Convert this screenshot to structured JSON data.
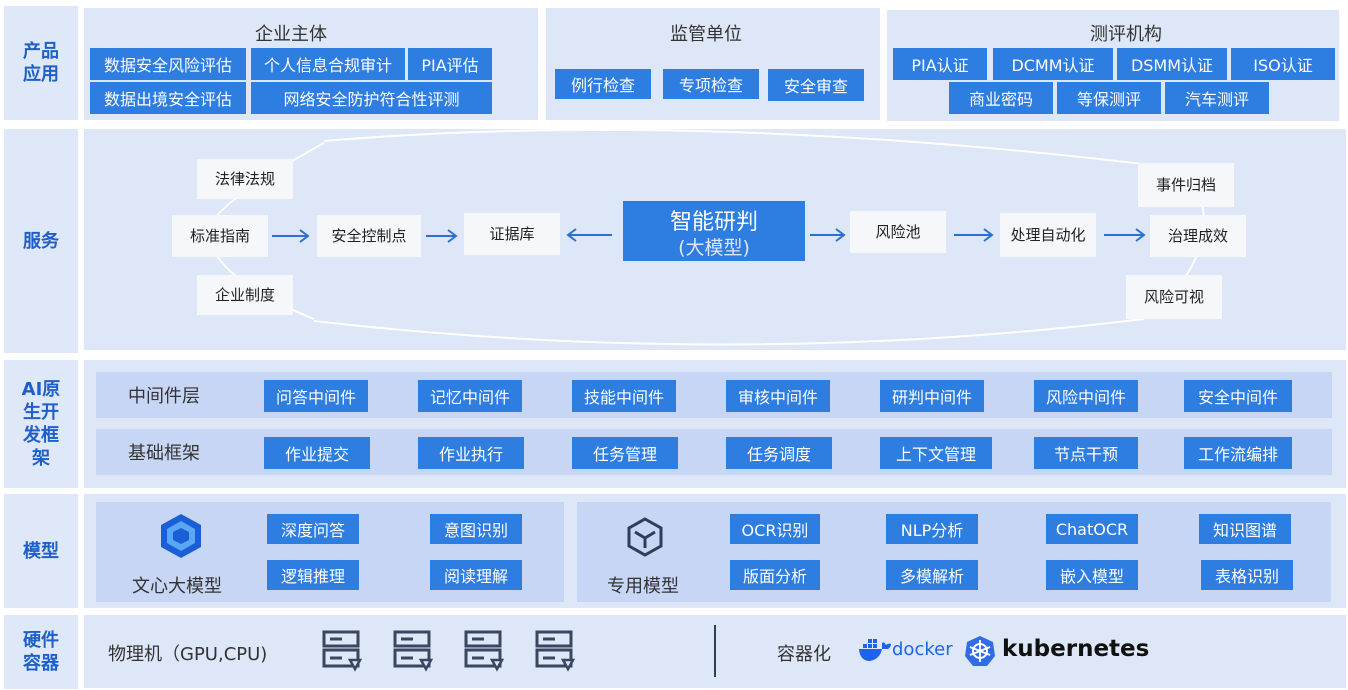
{
  "rows": {
    "product": "产品\n应用",
    "service": "服务",
    "ai": "AI原\n生开\n发框\n架",
    "model": "模型",
    "hardware": "硬件\n容器"
  },
  "product": {
    "enterprise": {
      "title": "企业主体",
      "items": [
        "数据安全风险评估",
        "个人信息合规审计",
        "PIA评估",
        "数据出境安全评估",
        "网络安全防护符合性评测"
      ]
    },
    "regulator": {
      "title": "监管单位",
      "items": [
        "例行检查",
        "专项检查",
        "安全审查"
      ]
    },
    "evaluator": {
      "title": "测评机构",
      "items": [
        "PIA认证",
        "DCMM认证",
        "DSMM认证",
        "ISO认证",
        "商业密码",
        "等保测评",
        "汽车测评"
      ]
    }
  },
  "service": {
    "law": "法律法规",
    "standard": "标准指南",
    "policy": "企业制度",
    "control": "安全控制点",
    "evidence": "证据库",
    "center_title": "智能研判",
    "center_sub": "(大模型)",
    "risk_pool": "风险池",
    "automation": "处理自动化",
    "archive": "事件归档",
    "governance": "治理成效",
    "visual": "风险可视"
  },
  "ai": {
    "middleware": {
      "label": "中间件层",
      "items": [
        "问答中间件",
        "记忆中间件",
        "技能中间件",
        "审核中间件",
        "研判中间件",
        "风险中间件",
        "安全中间件"
      ]
    },
    "framework": {
      "label": "基础框架",
      "items": [
        "作业提交",
        "作业执行",
        "任务管理",
        "任务调度",
        "上下文管理",
        "节点干预",
        "工作流编排"
      ]
    }
  },
  "model": {
    "wenxin": {
      "label": "文心大模型",
      "items": [
        "深度问答",
        "意图识别",
        "逻辑推理",
        "阅读理解"
      ]
    },
    "special": {
      "label": "专用模型",
      "items": [
        "OCR识别",
        "NLP分析",
        "ChatOCR",
        "知识图谱",
        "版面分析",
        "多模解析",
        "嵌入模型",
        "表格识别"
      ]
    }
  },
  "hardware": {
    "physical": "物理机（GPU,CPU)",
    "container": "容器化",
    "docker": "docker",
    "kubernetes": "kubernetes",
    "server_icon": "server-icon",
    "colors": {
      "accent": "#2e7de0",
      "label": "#1f5fc8",
      "panel": "#dde7f8"
    }
  }
}
